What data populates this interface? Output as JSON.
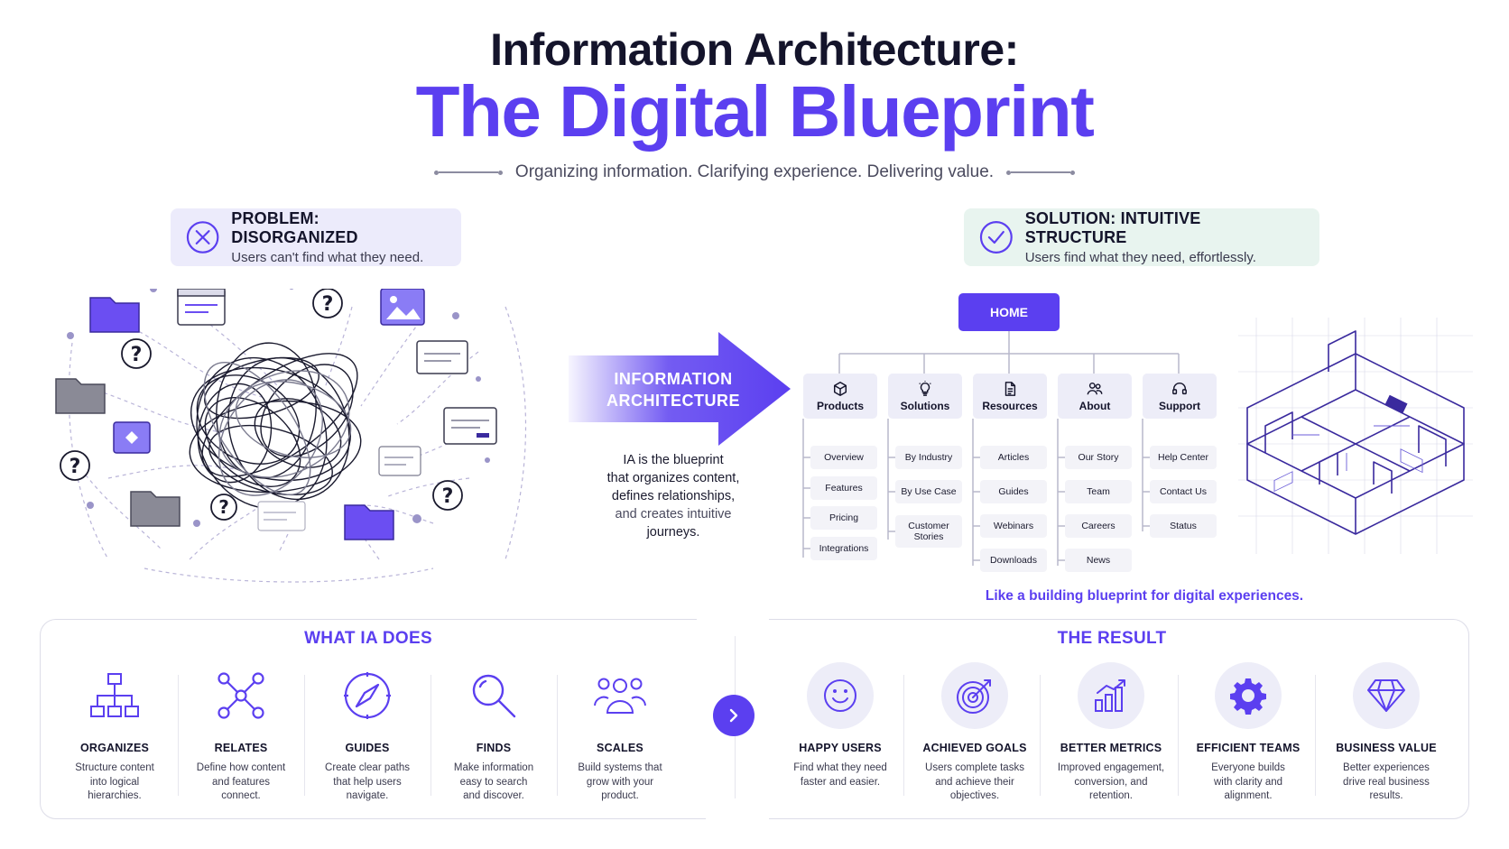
{
  "header": {
    "title_line1": "Information Architecture:",
    "title_line2": "The Digital Blueprint",
    "tagline": "Organizing information. Clarifying experience. Delivering value."
  },
  "problem": {
    "title": "PROBLEM: DISORGANIZED",
    "subtitle": "Users can't find what they need.",
    "icon": "x-circle-icon"
  },
  "solution": {
    "title": "SOLUTION: INTUITIVE STRUCTURE",
    "subtitle": "Users find what they need, effortlessly.",
    "icon": "check-circle-icon"
  },
  "transition": {
    "arrow_label_line1": "INFORMATION",
    "arrow_label_line2": "ARCHITECTURE",
    "desc_line1": "IA is the blueprint",
    "desc_line2": "that organizes content,",
    "desc_line3": "defines relationships,",
    "desc_line4_muted": "and creates intuitive",
    "desc_line5": "journeys."
  },
  "sitemap": {
    "home": "HOME",
    "categories": [
      {
        "label": "Products",
        "icon": "box-icon",
        "children": [
          "Overview",
          "Features",
          "Pricing",
          "Integrations"
        ]
      },
      {
        "label": "Solutions",
        "icon": "lightbulb-icon",
        "children": [
          "By Industry",
          "By Use Case",
          "Customer Stories"
        ]
      },
      {
        "label": "Resources",
        "icon": "document-icon",
        "children": [
          "Articles",
          "Guides",
          "Webinars",
          "Downloads"
        ]
      },
      {
        "label": "About",
        "icon": "people-icon",
        "children": [
          "Our Story",
          "Team",
          "Careers",
          "News"
        ]
      },
      {
        "label": "Support",
        "icon": "headset-icon",
        "children": [
          "Help Center",
          "Contact Us",
          "Status"
        ]
      }
    ]
  },
  "blueprint_caption": "Like a building blueprint for digital experiences.",
  "what_ia_does": {
    "title": "WHAT IA DOES",
    "items": [
      {
        "title": "ORGANIZES",
        "desc": [
          "Structure content",
          "into logical",
          "hierarchies."
        ],
        "icon": "hierarchy-icon"
      },
      {
        "title": "RELATES",
        "desc": [
          "Define how content",
          "and features",
          "connect."
        ],
        "icon": "network-icon"
      },
      {
        "title": "GUIDES",
        "desc": [
          "Create clear paths",
          "that help users",
          "navigate."
        ],
        "icon": "compass-icon"
      },
      {
        "title": "FINDS",
        "desc": [
          "Make information",
          "easy to search",
          "and discover."
        ],
        "icon": "magnifier-icon"
      },
      {
        "title": "SCALES",
        "desc": [
          "Build systems that",
          "grow with your",
          "product."
        ],
        "icon": "group-icon"
      }
    ]
  },
  "the_result": {
    "title": "THE RESULT",
    "items": [
      {
        "title": "HAPPY USERS",
        "desc": [
          "Find what they need",
          "faster and easier."
        ],
        "icon": "smiley-icon"
      },
      {
        "title": "ACHIEVED GOALS",
        "desc": [
          "Users complete tasks",
          "and achieve their",
          "objectives."
        ],
        "icon": "target-icon"
      },
      {
        "title": "BETTER METRICS",
        "desc": [
          "Improved engagement,",
          "conversion, and",
          "retention."
        ],
        "icon": "bar-chart-icon"
      },
      {
        "title": "EFFICIENT TEAMS",
        "desc": [
          "Everyone builds",
          "with clarity and",
          "alignment."
        ],
        "icon": "gear-icon"
      },
      {
        "title": "BUSINESS VALUE",
        "desc": [
          "Better experiences",
          "drive real business",
          "results."
        ],
        "icon": "diamond-icon"
      }
    ]
  },
  "colors": {
    "accent": "#5b3ff0",
    "dark": "#14142b",
    "problem_bg": "#ecebfb",
    "solution_bg": "#e8f4ef",
    "chip_bg": "#ededf8"
  }
}
